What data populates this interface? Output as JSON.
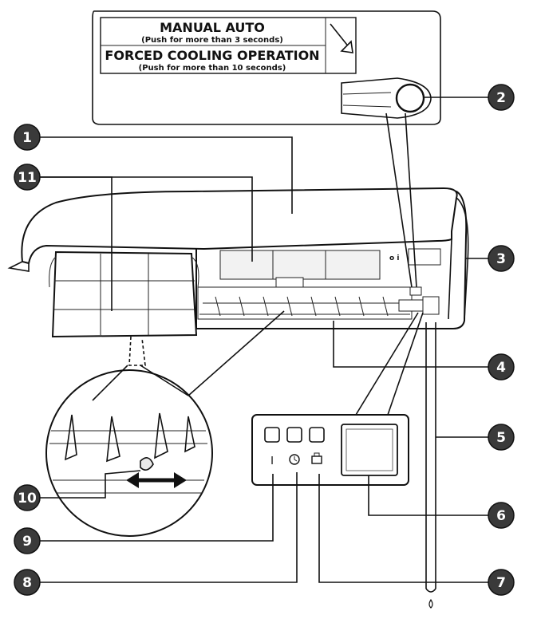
{
  "label_box": {
    "manual_auto": "MANUAL AUTO",
    "manual_auto_note": "(Push for more than 3 seconds)",
    "forced_cooling": "FORCED COOLING OPERATION",
    "forced_cooling_note": "(Push for more than 10 seconds)"
  },
  "callouts": {
    "c1": "1",
    "c2": "2",
    "c3": "3",
    "c4": "4",
    "c5": "5",
    "c6": "6",
    "c7": "7",
    "c8": "8",
    "c9": "9",
    "c10": "10",
    "c11": "11"
  },
  "unit_mark": "o i",
  "indicators": {
    "power": "I",
    "timer_icon": "clock-icon",
    "quiet_icon": "quiet-mode-icon"
  },
  "colors": {
    "line": "#111111",
    "callout_fill": "#3a3a3a",
    "panel_fill": "#f2f2f2"
  }
}
